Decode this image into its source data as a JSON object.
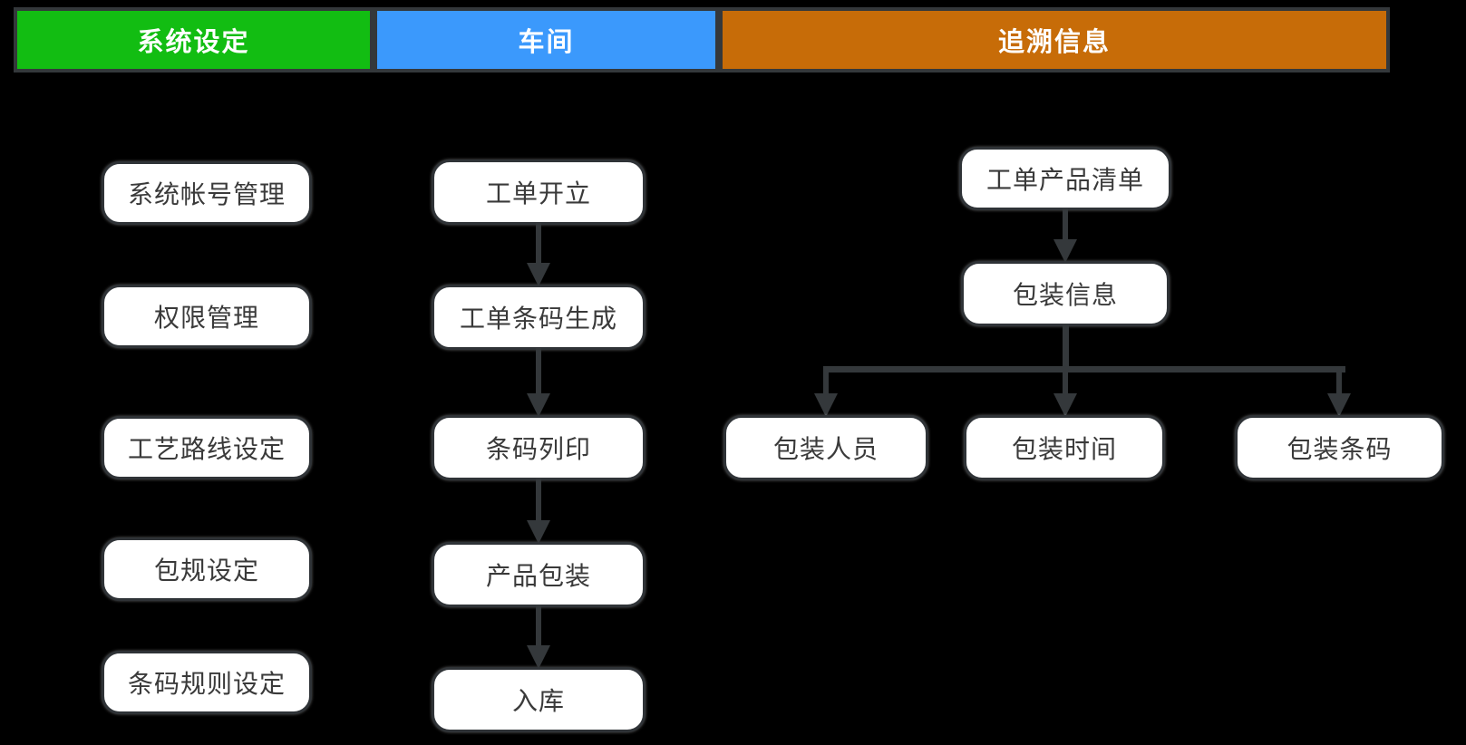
{
  "header": {
    "tabs": [
      {
        "label": "系统设定",
        "color": "#12bd12"
      },
      {
        "label": "车间",
        "color": "#3b99fc"
      },
      {
        "label": "追溯信息",
        "color": "#c76c08"
      }
    ]
  },
  "system_column": {
    "items": [
      {
        "label": "系统帐号管理"
      },
      {
        "label": "权限管理"
      },
      {
        "label": "工艺路线设定"
      },
      {
        "label": "包规设定"
      },
      {
        "label": "条码规则设定"
      }
    ]
  },
  "workshop_flow": {
    "steps": [
      {
        "label": "工单开立"
      },
      {
        "label": "工单条码生成"
      },
      {
        "label": "条码列印"
      },
      {
        "label": "产品包装"
      },
      {
        "label": "入库"
      }
    ]
  },
  "trace_flow": {
    "steps": [
      {
        "label": "工单产品清单"
      },
      {
        "label": "包装信息"
      }
    ],
    "branches": [
      {
        "label": "包装人员"
      },
      {
        "label": "包装时间"
      },
      {
        "label": "包装条码"
      }
    ]
  },
  "colors": {
    "background": "#000000",
    "connector": "#34383b",
    "node_fill": "#ffffff",
    "node_border": "#2f3337",
    "node_text": "#3a3a3a",
    "header_text": "#ffffff",
    "green": "#12bd12",
    "blue": "#3b99fc",
    "orange": "#c76c08"
  }
}
